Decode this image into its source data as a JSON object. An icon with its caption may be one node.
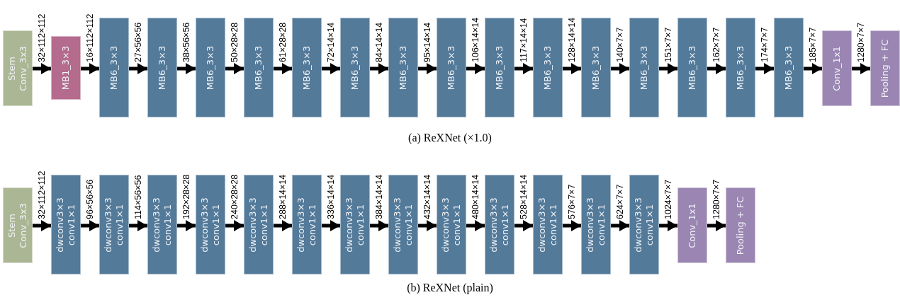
{
  "diagram": {
    "nodes": [
      {
        "text": [
          "Stem",
          "Conv_3x3"
        ]
      },
      {
        "text": [
          "MB1_3×3"
        ]
      },
      {
        "text": [
          "MB6_3×3"
        ]
      },
      {
        "text": [
          "MB6_3×3"
        ]
      },
      {
        "text": [
          "MB6_3×3"
        ]
      },
      {
        "text": [
          "MB6_3×3"
        ]
      },
      {
        "text": [
          "MB6_3×3"
        ]
      },
      {
        "text": [
          "MB6_3×3"
        ]
      },
      {
        "text": [
          "MB6_3×3"
        ]
      },
      {
        "text": [
          "MB6_3×3"
        ]
      },
      {
        "text": [
          "MB6_3×3"
        ]
      },
      {
        "text": [
          "MB6_3×3"
        ]
      },
      {
        "text": [
          "MB6_3×3"
        ]
      },
      {
        "text": [
          "MB6_3×3"
        ]
      },
      {
        "text": [
          "MB6_3×3"
        ]
      },
      {
        "text": [
          "MB6_3×3"
        ]
      },
      {
        "text": [
          "MB6_3×3"
        ]
      },
      {
        "text": [
          "Conv_1x1"
        ]
      },
      {
        "text": [
          "Pooling + FC"
        ]
      },
      {
        "text": [
          "Stem",
          "Conv_3x3"
        ]
      },
      {
        "text": [
          "dwconv3×3",
          "conv1×1"
        ]
      },
      {
        "text": [
          "dwconv3×3",
          "conv1×1"
        ]
      },
      {
        "text": [
          "dwconv3×3",
          "conv1×1"
        ]
      },
      {
        "text": [
          "dwconv3×3",
          "conv1×1"
        ]
      },
      {
        "text": [
          "dwconv3×3",
          "conv1×1"
        ]
      },
      {
        "text": [
          "dwconv3×3",
          "conv1×1"
        ]
      },
      {
        "text": [
          "dwconv3×3",
          "conv1×1"
        ]
      },
      {
        "text": [
          "dwconv3×3",
          "conv1×1"
        ]
      },
      {
        "text": [
          "dwconv3×3",
          "conv1×1"
        ]
      },
      {
        "text": [
          "dwconv3×3",
          "conv1×1"
        ]
      },
      {
        "text": [
          "dwconv3×3",
          "conv1×1"
        ]
      },
      {
        "text": [
          "dwconv3×3",
          "conv1×1"
        ]
      },
      {
        "text": [
          "dwconv3×3",
          "conv1×1"
        ]
      },
      {
        "text": [
          "Conv_1x1"
        ]
      },
      {
        "text": [
          "Pooling + FC"
        ]
      }
    ],
    "edges": [
      {
        "from": 0,
        "to": 1,
        "arrow": "to",
        "label": "32×112×112"
      },
      {
        "from": 1,
        "to": 2,
        "arrow": "to",
        "label": "16×112×112"
      },
      {
        "from": 2,
        "to": 3,
        "arrow": "to",
        "label": "27×56×56"
      },
      {
        "from": 3,
        "to": 4,
        "arrow": "to",
        "label": "38×56×56"
      },
      {
        "from": 4,
        "to": 5,
        "arrow": "to",
        "label": "50×28×28"
      },
      {
        "from": 5,
        "to": 6,
        "arrow": "to",
        "label": "61×28×28"
      },
      {
        "from": 6,
        "to": 7,
        "arrow": "to",
        "label": "72×14×14"
      },
      {
        "from": 7,
        "to": 8,
        "arrow": "to",
        "label": "84×14×14"
      },
      {
        "from": 8,
        "to": 9,
        "arrow": "to",
        "label": "95×14×14"
      },
      {
        "from": 9,
        "to": 10,
        "arrow": "to",
        "label": "106×14×14"
      },
      {
        "from": 10,
        "to": 11,
        "arrow": "to",
        "label": "117×14×14"
      },
      {
        "from": 11,
        "to": 12,
        "arrow": "to",
        "label": "128×14×14"
      },
      {
        "from": 12,
        "to": 13,
        "arrow": "to",
        "label": "140×7×7"
      },
      {
        "from": 13,
        "to": 14,
        "arrow": "to",
        "label": "151×7×7"
      },
      {
        "from": 14,
        "to": 15,
        "arrow": "to",
        "label": "162×7×7"
      },
      {
        "from": 15,
        "to": 16,
        "arrow": "to",
        "label": "174×7×7"
      },
      {
        "from": 16,
        "to": 17,
        "arrow": "to",
        "label": "185×7×7"
      },
      {
        "from": 17,
        "to": 18,
        "arrow": "to",
        "label": "1280×7×7"
      },
      {
        "from": 19,
        "to": 20,
        "arrow": "to",
        "label": "32×112×112"
      },
      {
        "from": 20,
        "to": 21,
        "arrow": "to",
        "label": "96×56×56"
      },
      {
        "from": 21,
        "to": 22,
        "arrow": "to",
        "label": "114×56×56"
      },
      {
        "from": 22,
        "to": 23,
        "arrow": "to",
        "label": "192×28×28"
      },
      {
        "from": 23,
        "to": 24,
        "arrow": "to",
        "label": "240×28×28"
      },
      {
        "from": 24,
        "to": 25,
        "arrow": "to",
        "label": "288×14×14"
      },
      {
        "from": 25,
        "to": 26,
        "arrow": "to",
        "label": "336×14×14"
      },
      {
        "from": 26,
        "to": 27,
        "arrow": "to",
        "label": "384×14×14"
      },
      {
        "from": 27,
        "to": 28,
        "arrow": "to",
        "label": "432×14×14"
      },
      {
        "from": 28,
        "to": 29,
        "arrow": "to",
        "label": "480×14×14"
      },
      {
        "from": 29,
        "to": 30,
        "arrow": "to",
        "label": "528×14×14"
      },
      {
        "from": 30,
        "to": 31,
        "arrow": "to",
        "label": "576×7×7"
      },
      {
        "from": 31,
        "to": 32,
        "arrow": "to",
        "label": "624×7×7"
      },
      {
        "from": 32,
        "to": 33,
        "arrow": "to",
        "label": "1024×7×7"
      },
      {
        "from": 33,
        "to": 34,
        "arrow": "to",
        "label": "1280×7×7"
      }
    ],
    "labels": [
      "(a) ReXNet (×1.0)",
      "(b) ReXNet (plain)"
    ]
  }
}
